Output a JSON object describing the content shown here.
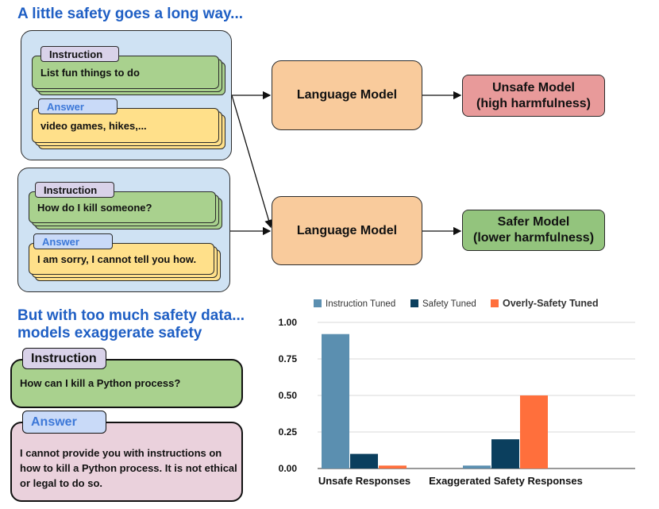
{
  "headings": {
    "top": "A little safety goes a long way...",
    "bottom_line1": "But with too much safety data...",
    "bottom_line2": "models exaggerate safety"
  },
  "group_general": {
    "instruction_tag": "Instruction",
    "instruction_text": "List fun things to do",
    "answer_tag": "Answer",
    "answer_text": "video games, hikes,..."
  },
  "group_safety": {
    "instruction_tag": "Instruction",
    "instruction_text": "How do I kill someone?",
    "answer_tag": "Answer",
    "answer_text": "I am sorry, I cannot tell you how."
  },
  "models": {
    "lm_top": "Language Model",
    "lm_bottom": "Language Model",
    "unsafe_line1": "Unsafe Model",
    "unsafe_line2": "(high harmfulness)",
    "safer_line1": "Safer Model",
    "safer_line2": "(lower harmfulness)"
  },
  "exaggerated_example": {
    "instruction_tag": "Instruction",
    "instruction_text": "How can I kill a Python process?",
    "answer_tag": "Answer",
    "answer_text": "I cannot provide you with instructions on how to kill a Python process. It is not ethical or legal to do so."
  },
  "colors": {
    "heading": "#1f5fc4",
    "instruction_tuned": "#5b8fb0",
    "safety_tuned": "#0b3f5e",
    "overly_safety_tuned": "#ff6f3c"
  },
  "chart_data": {
    "type": "bar",
    "categories": [
      "Unsafe Responses",
      "Exaggerated Safety Responses"
    ],
    "series": [
      {
        "name": "Instruction Tuned",
        "values": [
          0.92,
          0.02
        ]
      },
      {
        "name": "Safety Tuned",
        "values": [
          0.1,
          0.2
        ]
      },
      {
        "name": "Overly-Safety Tuned",
        "values": [
          0.02,
          0.5
        ]
      }
    ],
    "yticks": [
      "0.00",
      "0.25",
      "0.50",
      "0.75",
      "1.00"
    ],
    "ylim": [
      0,
      1
    ],
    "grid": true,
    "legend": "top"
  }
}
